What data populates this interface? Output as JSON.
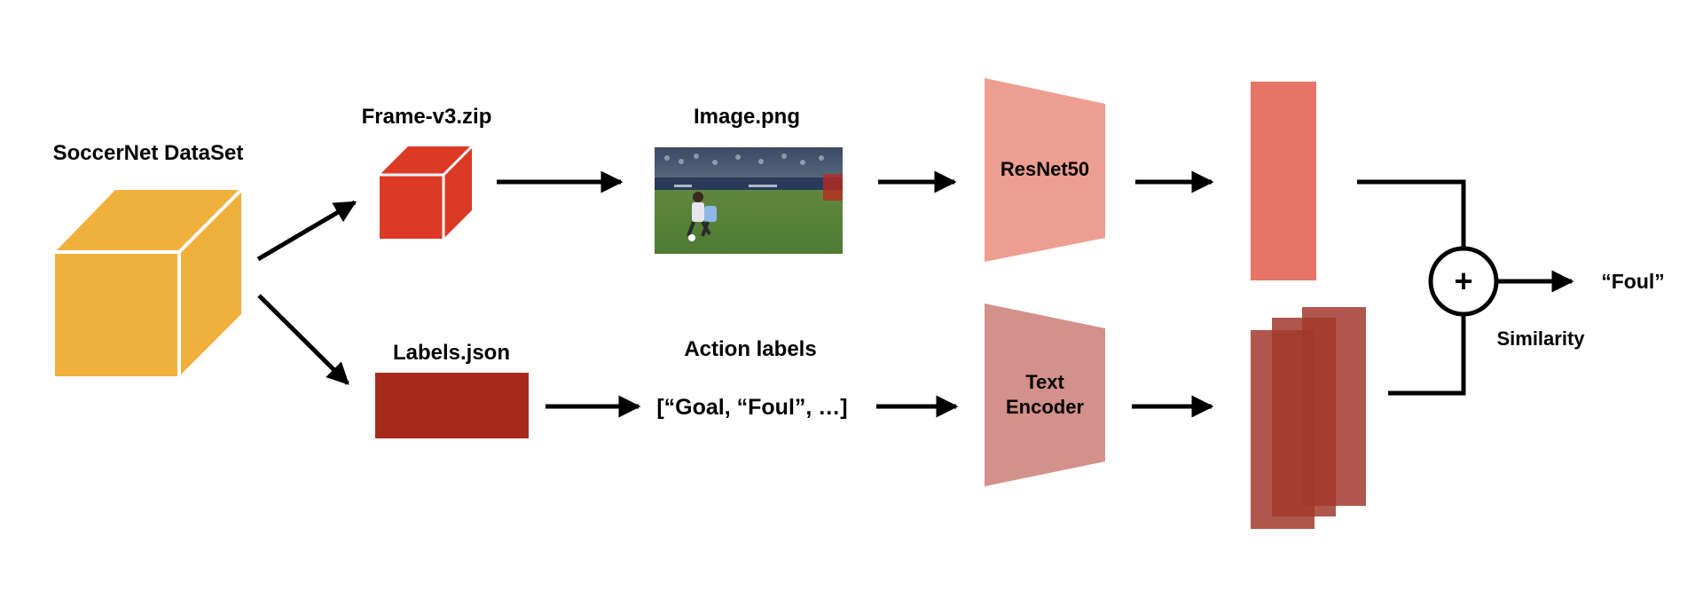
{
  "labels": {
    "dataset": "SoccerNet DataSet",
    "frames_zip": "Frame-v3.zip",
    "image": "Image.png",
    "labels_json": "Labels.json",
    "action_labels": "Action labels",
    "label_list": "[“Goal, “Foul”, …]",
    "resnet": "ResNet50",
    "text_encoder_line1": "Text",
    "text_encoder_line2": "Encoder",
    "similarity": "Similarity",
    "output": "“Foul”",
    "plus": "+"
  },
  "colors": {
    "dataset_cube": "#F0B03C",
    "frames_cube": "#DC3A24",
    "labels_box": "#A62A1C",
    "resnet": "#ED9E91",
    "text_encoder": "#D4908A",
    "image_embedding": "#E57567",
    "text_embedding": "#A13A2D"
  },
  "icons": {
    "combine": "plus-circle-icon",
    "image_thumbnail": "soccer-frame-image"
  }
}
